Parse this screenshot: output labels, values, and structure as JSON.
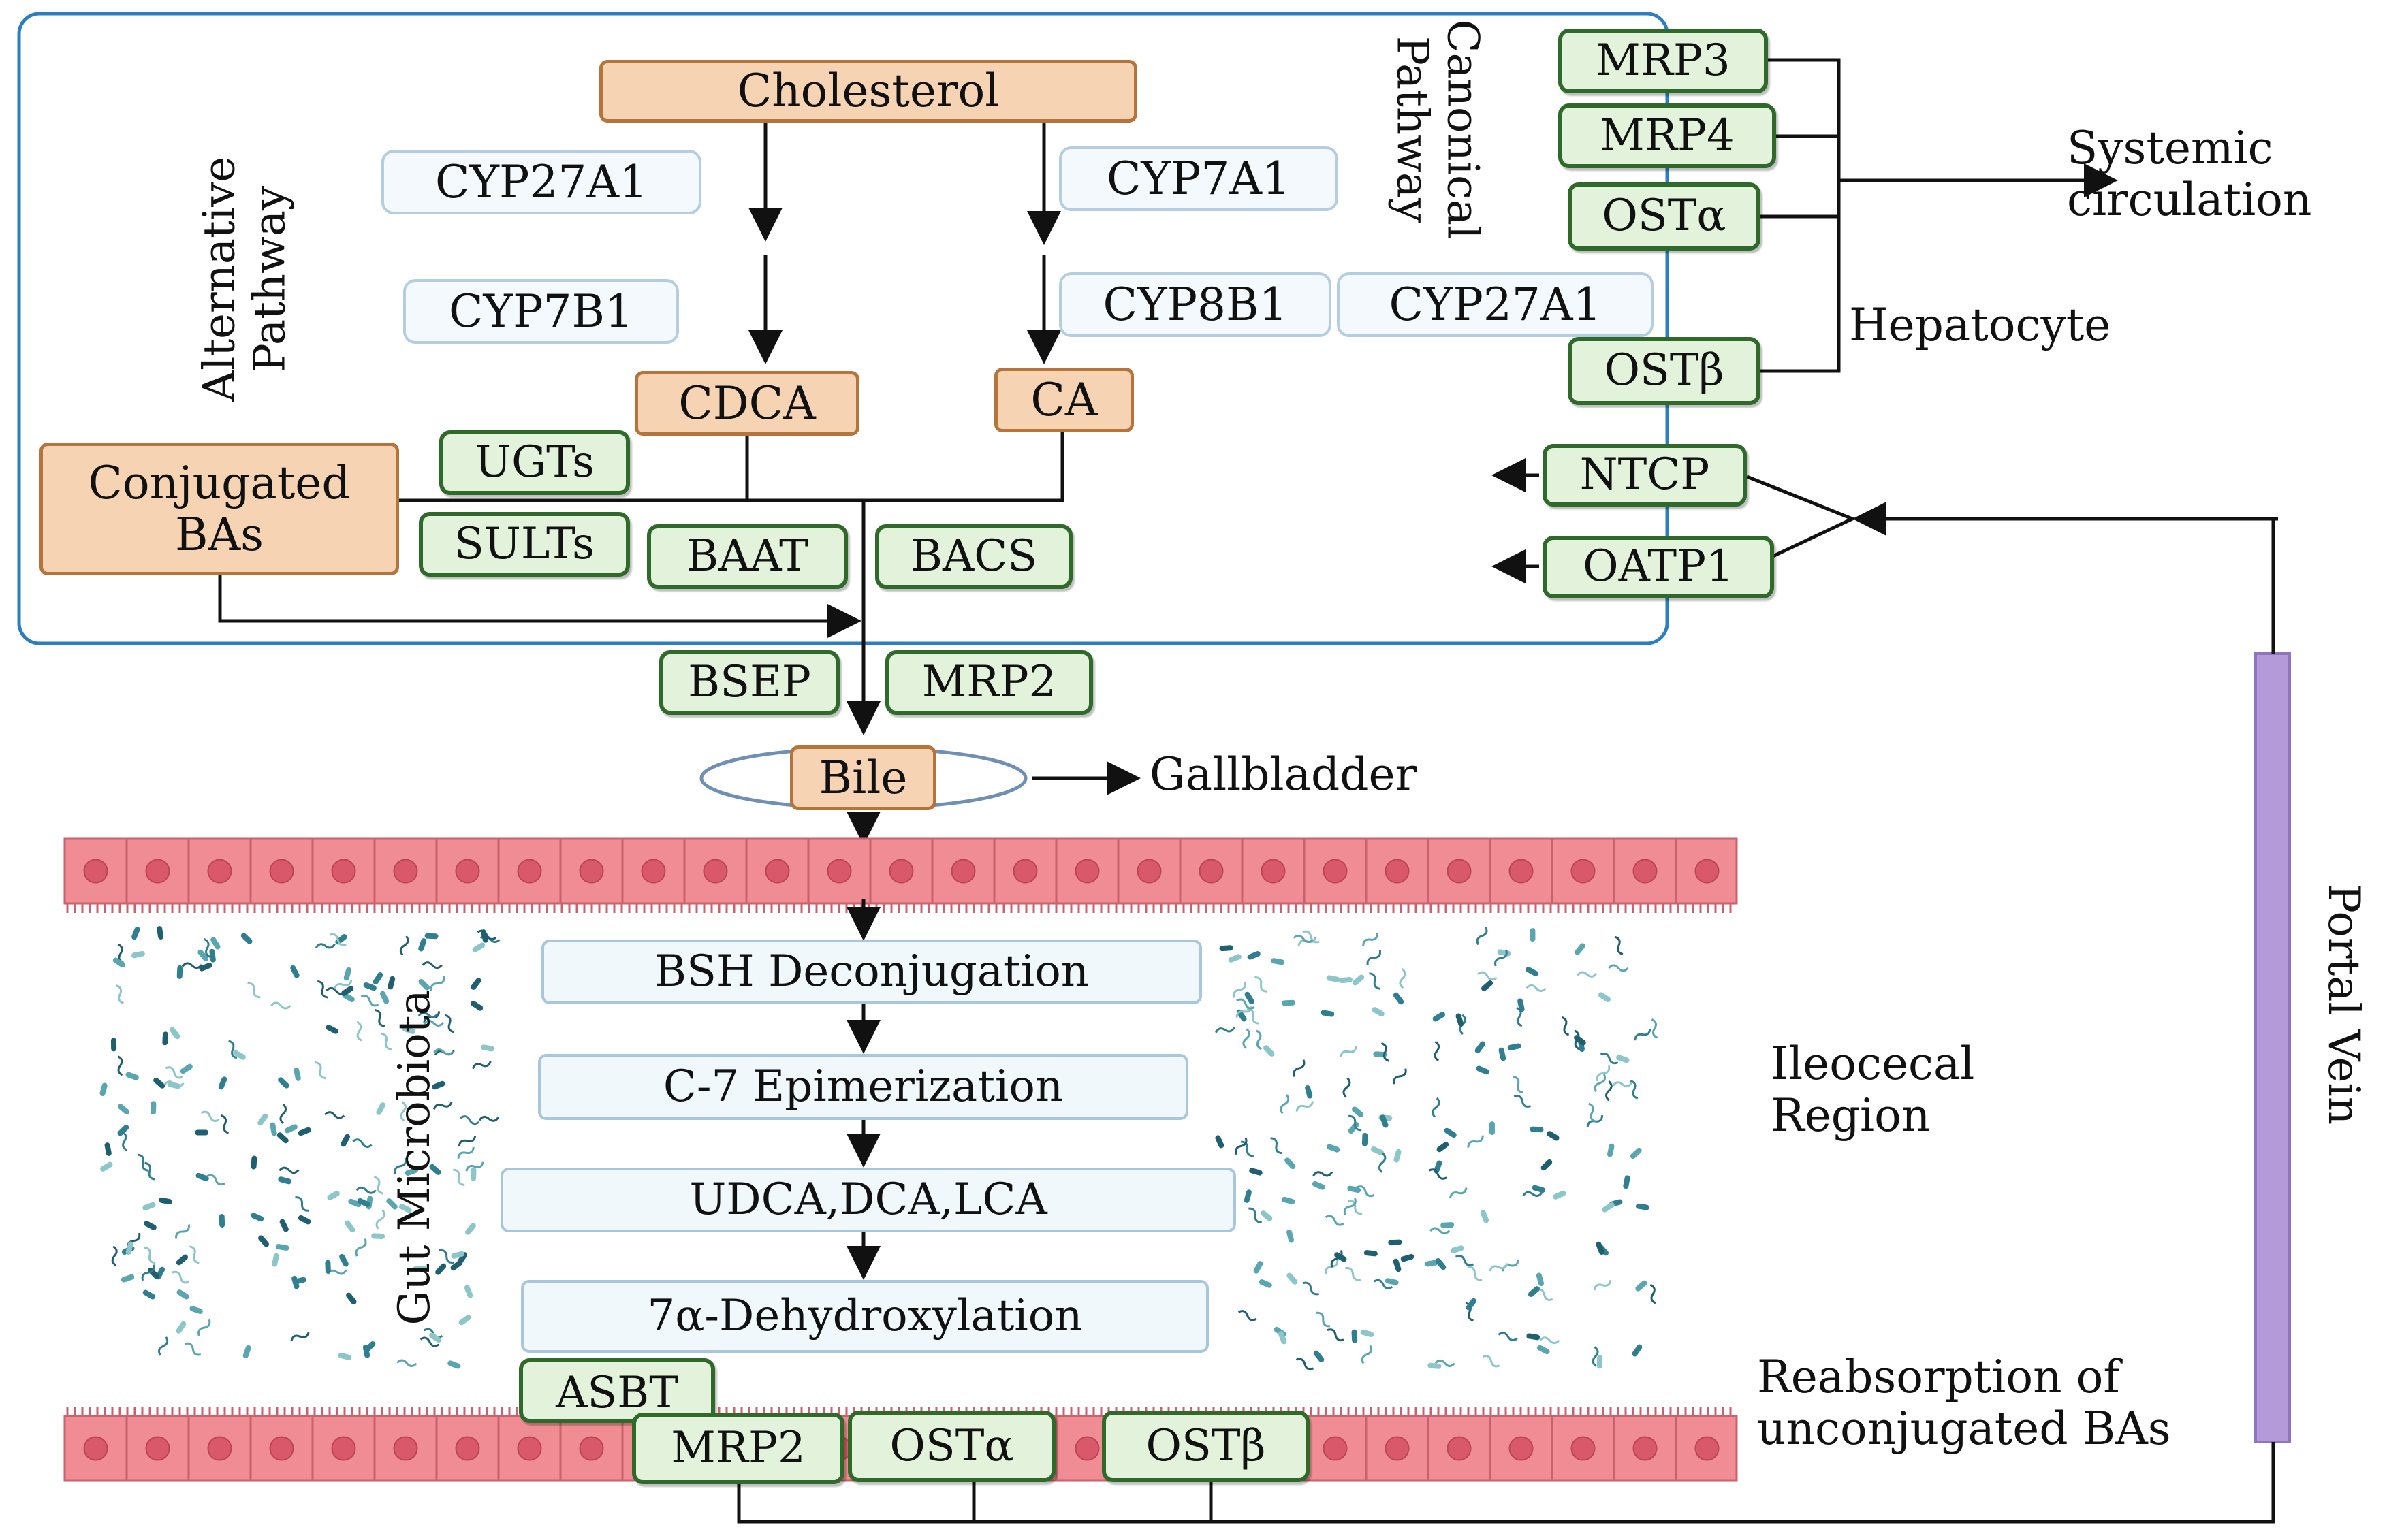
{
  "pathway_labels": {
    "alternative_line1": "Alternative",
    "alternative_line2": "Pathway",
    "canonical_line1": "Canonical",
    "canonical_line2": "Pathway"
  },
  "metabolites": {
    "cholesterol": "Cholesterol",
    "cdca": "CDCA",
    "ca": "CA",
    "conjugated_line1": "Conjugated",
    "conjugated_line2": "BAs",
    "bile": "Bile"
  },
  "enzymes": {
    "cyp27a1_left": "CYP27A1",
    "cyp7b1": "CYP7B1",
    "cyp7a1": "CYP7A1",
    "cyp8b1": "CYP8B1",
    "cyp27a1_right": "CYP27A1"
  },
  "transporters": {
    "ugts": "UGTs",
    "sults": "SULTs",
    "baat": "BAAT",
    "bacs": "BACS",
    "bsep": "BSEP",
    "mrp2_liver": "MRP2",
    "mrp3": "MRP3",
    "mrp4": "MRP4",
    "ost_alpha_liver": "OSTα",
    "ost_beta_liver": "OSTβ",
    "ntcp": "NTCP",
    "oatp1": "OATP1",
    "asbt": "ASBT",
    "mrp2_gut": "MRP2",
    "ost_alpha_gut": "OSTα",
    "ost_beta_gut": "OSTβ"
  },
  "gut_steps": [
    "BSH Deconjugation",
    "C-7 Epimerization",
    "UDCA,DCA,LCA",
    "7α-Dehydroxylation"
  ],
  "labels": {
    "systemic_line1": "Systemic",
    "systemic_line2": "circulation",
    "hepatocyte": "Hepatocyte",
    "gallbladder": "Gallbladder",
    "gut_microbiota": "Gut Microbiota",
    "ileocecal_line1": "Ileocecal",
    "ileocecal_line2": "Region",
    "reabsorption_line1": "Reabsorption of",
    "reabsorption_line2": "unconjugated BAs",
    "portal_vein": "Portal Vein"
  },
  "colors": {
    "hepatocyte_border": "#2b7fc0",
    "metabolite_fill": "#f5d3b3",
    "transporter_fill": "#e3f3db",
    "transporter_border": "#2f6a2b",
    "epithelium": "#f08c94",
    "portal_vein": "#b49ad8",
    "microbe": "#3f8a9a"
  }
}
